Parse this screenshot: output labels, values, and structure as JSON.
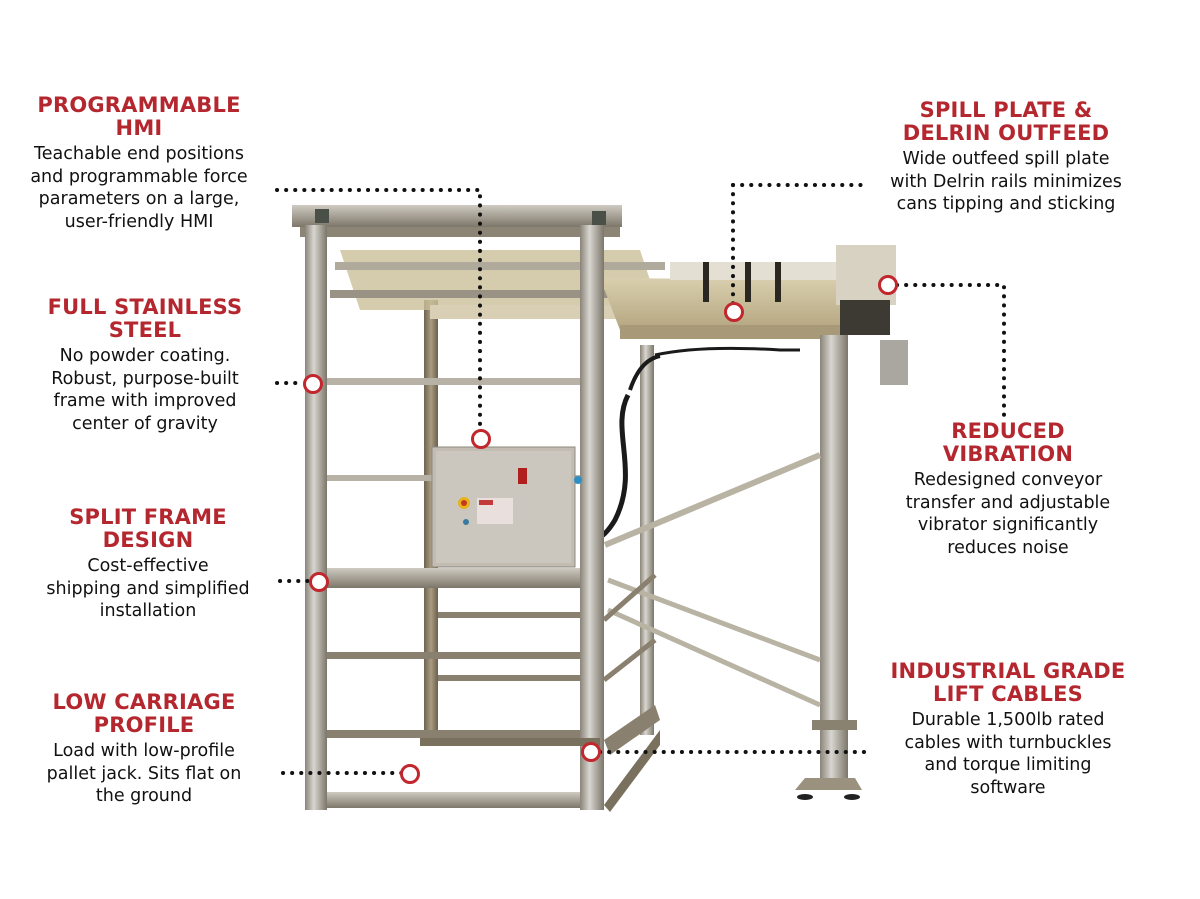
{
  "diagram": {
    "subject": "Stainless steel can depalletizer frame with conveyor outfeed",
    "accent_color": "#b5272f",
    "callouts": [
      {
        "id": "hmi",
        "title_line1": "PROGRAMMABLE",
        "title_line2": "HMI",
        "lines": [
          "Teachable end positions",
          "and programmable force",
          "parameters on a large,",
          "user-friendly HMI"
        ]
      },
      {
        "id": "stainless",
        "title_line1": "FULL STAINLESS",
        "title_line2": "STEEL",
        "lines": [
          "No powder coating.",
          "Robust, purpose-built",
          "frame with improved",
          "center of gravity"
        ]
      },
      {
        "id": "split",
        "title_line1": "SPLIT FRAME",
        "title_line2": "DESIGN",
        "lines": [
          "Cost-effective",
          "shipping and simplified",
          "installation"
        ]
      },
      {
        "id": "carriage",
        "title_line1": "LOW CARRIAGE",
        "title_line2": "PROFILE",
        "lines": [
          "Load with low-profile",
          "pallet jack. Sits flat on",
          "the ground"
        ]
      },
      {
        "id": "spill",
        "title_line1": "SPILL PLATE &",
        "title_line2": "DELRIN OUTFEED",
        "lines": [
          "Wide outfeed spill plate",
          "with Delrin rails minimizes",
          "cans tipping and sticking"
        ]
      },
      {
        "id": "vibration",
        "title_line1": "REDUCED",
        "title_line2": "VIBRATION",
        "lines": [
          "Redesigned conveyor",
          "transfer and adjustable",
          "vibrator significantly",
          "reduces noise"
        ]
      },
      {
        "id": "cables",
        "title_line1": "INDUSTRIAL GRADE",
        "title_line2": "LIFT CABLES",
        "lines": [
          "Durable 1,500lb rated",
          "cables with turnbuckles",
          "and torque limiting",
          "software"
        ]
      }
    ]
  }
}
